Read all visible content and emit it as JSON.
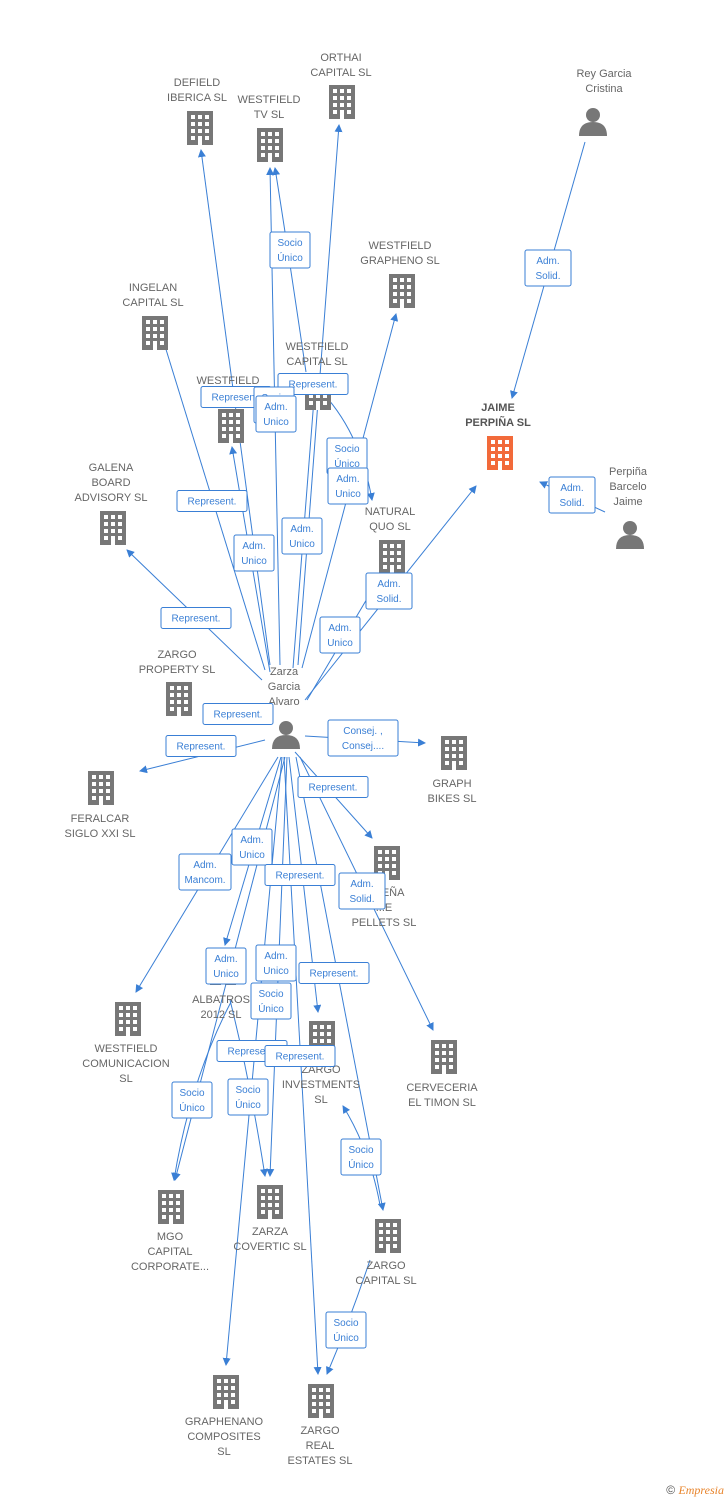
{
  "colors": {
    "edge": "#3a7fd5",
    "building": "#777777",
    "focus_building": "#f26a3a",
    "person": "#777777"
  },
  "nodes": [
    {
      "id": "defield",
      "type": "company",
      "label": [
        "DEFIELD",
        "IBERICA  SL"
      ]
    },
    {
      "id": "westfield_tv",
      "type": "company",
      "label": [
        "WESTFIELD",
        "TV  SL"
      ]
    },
    {
      "id": "orthai",
      "type": "company",
      "label": [
        "ORTHAI",
        "CAPITAL  SL"
      ]
    },
    {
      "id": "rey",
      "type": "person",
      "label": [
        "Rey Garcia",
        "Cristina"
      ]
    },
    {
      "id": "westfield_grapheno",
      "type": "company",
      "label": [
        "WESTFIELD",
        "GRAPHENO  SL"
      ]
    },
    {
      "id": "ingelan",
      "type": "company",
      "label": [
        "INGELAN",
        "CAPITAL  SL"
      ]
    },
    {
      "id": "westfield_capital",
      "type": "company",
      "label": [
        "WESTFIELD",
        "CAPITAL SL"
      ]
    },
    {
      "id": "westfield_tu",
      "type": "company",
      "label": [
        "WESTFIELD",
        "TU..."
      ]
    },
    {
      "id": "jaime",
      "type": "company",
      "focus": true,
      "label": [
        "JAIME",
        "PERPIÑA  SL"
      ]
    },
    {
      "id": "perpina",
      "type": "person",
      "label": [
        "Perpiña",
        "Barcelo",
        "Jaime"
      ]
    },
    {
      "id": "galena",
      "type": "company",
      "label": [
        "GALENA",
        "BOARD",
        "ADVISORY  SL"
      ]
    },
    {
      "id": "natural_quo",
      "type": "company",
      "label": [
        "NATURAL",
        "QUO  SL"
      ]
    },
    {
      "id": "zargo_property",
      "type": "company",
      "label": [
        "ZARGO",
        "PROPERTY  SL"
      ]
    },
    {
      "id": "zarza",
      "type": "person",
      "label": [
        "Zarza",
        "Garcia",
        "Alvaro"
      ]
    },
    {
      "id": "graph_bikes",
      "type": "company",
      "label": [
        "GRAPH",
        "BIKES  SL"
      ]
    },
    {
      "id": "feralcar",
      "type": "company",
      "label": [
        "FERALCAR",
        "SIGLO XXI  SL"
      ]
    },
    {
      "id": "pellets",
      "type": "company",
      "label": [
        "...MEÑA",
        "...E",
        "PELLETS  SL"
      ]
    },
    {
      "id": "albatros",
      "type": "company",
      "label": [
        "ALBATROS",
        "2012 SL"
      ]
    },
    {
      "id": "westfield_com",
      "type": "company",
      "label": [
        "WESTFIELD",
        "COMUNICACION",
        "SL"
      ]
    },
    {
      "id": "zargo_inv",
      "type": "company",
      "label": [
        "ZARGO",
        "INVESTMENTS",
        "SL"
      ]
    },
    {
      "id": "cerveceria",
      "type": "company",
      "label": [
        "CERVECERIA",
        "EL TIMON SL"
      ]
    },
    {
      "id": "mgo",
      "type": "company",
      "label": [
        "MGO",
        "CAPITAL",
        "CORPORATE..."
      ]
    },
    {
      "id": "zarza_covertic",
      "type": "company",
      "label": [
        "ZARZA",
        "COVERTIC  SL"
      ]
    },
    {
      "id": "zargo_capital",
      "type": "company",
      "label": [
        "ZARGO",
        "CAPITAL  SL"
      ]
    },
    {
      "id": "graphenano",
      "type": "company",
      "label": [
        "GRAPHENANO",
        "COMPOSITES",
        "SL"
      ]
    },
    {
      "id": "zargo_real",
      "type": "company",
      "label": [
        "ZARGO",
        "REAL",
        "ESTATES  SL"
      ]
    }
  ],
  "edges": [
    {
      "from": "zarza",
      "to": "defield"
    },
    {
      "from": "zarza",
      "to": "westfield_tv"
    },
    {
      "from": "westfield_capital",
      "to": "westfield_tv"
    },
    {
      "from": "zarza",
      "to": "orthai"
    },
    {
      "from": "rey",
      "to": "jaime"
    },
    {
      "from": "zarza",
      "to": "westfield_grapheno"
    },
    {
      "from": "zarza",
      "to": "ingelan"
    },
    {
      "from": "zarza",
      "to": "westfield_capital"
    },
    {
      "from": "zarza",
      "to": "westfield_tu"
    },
    {
      "from": "westfield_capital",
      "to": "natural_quo"
    },
    {
      "from": "perpina",
      "to": "jaime"
    },
    {
      "from": "zarza",
      "to": "jaime"
    },
    {
      "from": "zarza",
      "to": "galena"
    },
    {
      "from": "zarza",
      "to": "natural_quo"
    },
    {
      "from": "zarza",
      "to": "graph_bikes"
    },
    {
      "from": "zarza",
      "to": "feralcar"
    },
    {
      "from": "zarza",
      "to": "pellets"
    },
    {
      "from": "zarza",
      "to": "westfield_com"
    },
    {
      "from": "zarza",
      "to": "albatros"
    },
    {
      "from": "zarza",
      "to": "cerveceria"
    },
    {
      "from": "zarza",
      "to": "zargo_inv"
    },
    {
      "from": "zarza",
      "to": "mgo"
    },
    {
      "from": "zarza",
      "to": "zarza_covertic"
    },
    {
      "from": "zarza",
      "to": "zargo_capital"
    },
    {
      "from": "zarza",
      "to": "graphenano"
    },
    {
      "from": "zarza",
      "to": "zargo_real"
    },
    {
      "from": "albatros",
      "to": "mgo"
    },
    {
      "from": "albatros",
      "to": "zarza_covertic"
    },
    {
      "from": "zargo_capital",
      "to": "zargo_inv"
    },
    {
      "from": "zargo_capital",
      "to": "zargo_real"
    }
  ],
  "edge_labels": [
    {
      "id": "l1",
      "lines": [
        "Socio",
        "Único"
      ]
    },
    {
      "id": "l2",
      "lines": [
        "Adm.",
        "Solid."
      ]
    },
    {
      "id": "l3",
      "lines": [
        "Represent."
      ]
    },
    {
      "id": "l4",
      "lines": [
        "Represent."
      ]
    },
    {
      "id": "l5",
      "lines": [
        "Socio",
        "Único"
      ]
    },
    {
      "id": "l6",
      "lines": [
        "Adm.",
        "Unico"
      ]
    },
    {
      "id": "l7",
      "lines": [
        "Socio",
        "Único"
      ]
    },
    {
      "id": "l8",
      "lines": [
        "Adm.",
        "Unico"
      ]
    },
    {
      "id": "l9",
      "lines": [
        "Adm.",
        "Solid."
      ]
    },
    {
      "id": "l10",
      "lines": [
        "Represent."
      ]
    },
    {
      "id": "l11",
      "lines": [
        "Adm.",
        "Unico"
      ]
    },
    {
      "id": "l12",
      "lines": [
        "Adm.",
        "Unico"
      ]
    },
    {
      "id": "l13",
      "lines": [
        "Represent."
      ]
    },
    {
      "id": "l14",
      "lines": [
        "Adm.",
        "Solid."
      ]
    },
    {
      "id": "l15",
      "lines": [
        "Adm.",
        "Unico"
      ]
    },
    {
      "id": "l16",
      "lines": [
        "Represent."
      ]
    },
    {
      "id": "l17",
      "lines": [
        "Represent."
      ]
    },
    {
      "id": "l18",
      "lines": [
        "Consej. ,",
        "Consej...."
      ]
    },
    {
      "id": "l19",
      "lines": [
        "Represent."
      ]
    },
    {
      "id": "l20",
      "lines": [
        "Adm.",
        "Unico"
      ]
    },
    {
      "id": "l21",
      "lines": [
        "Adm.",
        "Mancom."
      ]
    },
    {
      "id": "l22",
      "lines": [
        "Represent."
      ]
    },
    {
      "id": "l23",
      "lines": [
        "Adm.",
        "Solid."
      ]
    },
    {
      "id": "l24",
      "lines": [
        "Adm.",
        "Unico"
      ]
    },
    {
      "id": "l25",
      "lines": [
        "Adm.",
        "Unico"
      ]
    },
    {
      "id": "l26",
      "lines": [
        "Represent."
      ]
    },
    {
      "id": "l27",
      "lines": [
        "Socio",
        "Único"
      ]
    },
    {
      "id": "l28",
      "lines": [
        "Represent."
      ]
    },
    {
      "id": "l29",
      "lines": [
        "Represent."
      ]
    },
    {
      "id": "l30",
      "lines": [
        "Socio",
        "Único"
      ]
    },
    {
      "id": "l31",
      "lines": [
        "Socio",
        "Único"
      ]
    },
    {
      "id": "l32",
      "lines": [
        "Socio",
        "Único"
      ]
    },
    {
      "id": "l33",
      "lines": [
        "Socio",
        "Único"
      ]
    }
  ],
  "footer": {
    "copyright": "©",
    "brand": "Empresia"
  }
}
